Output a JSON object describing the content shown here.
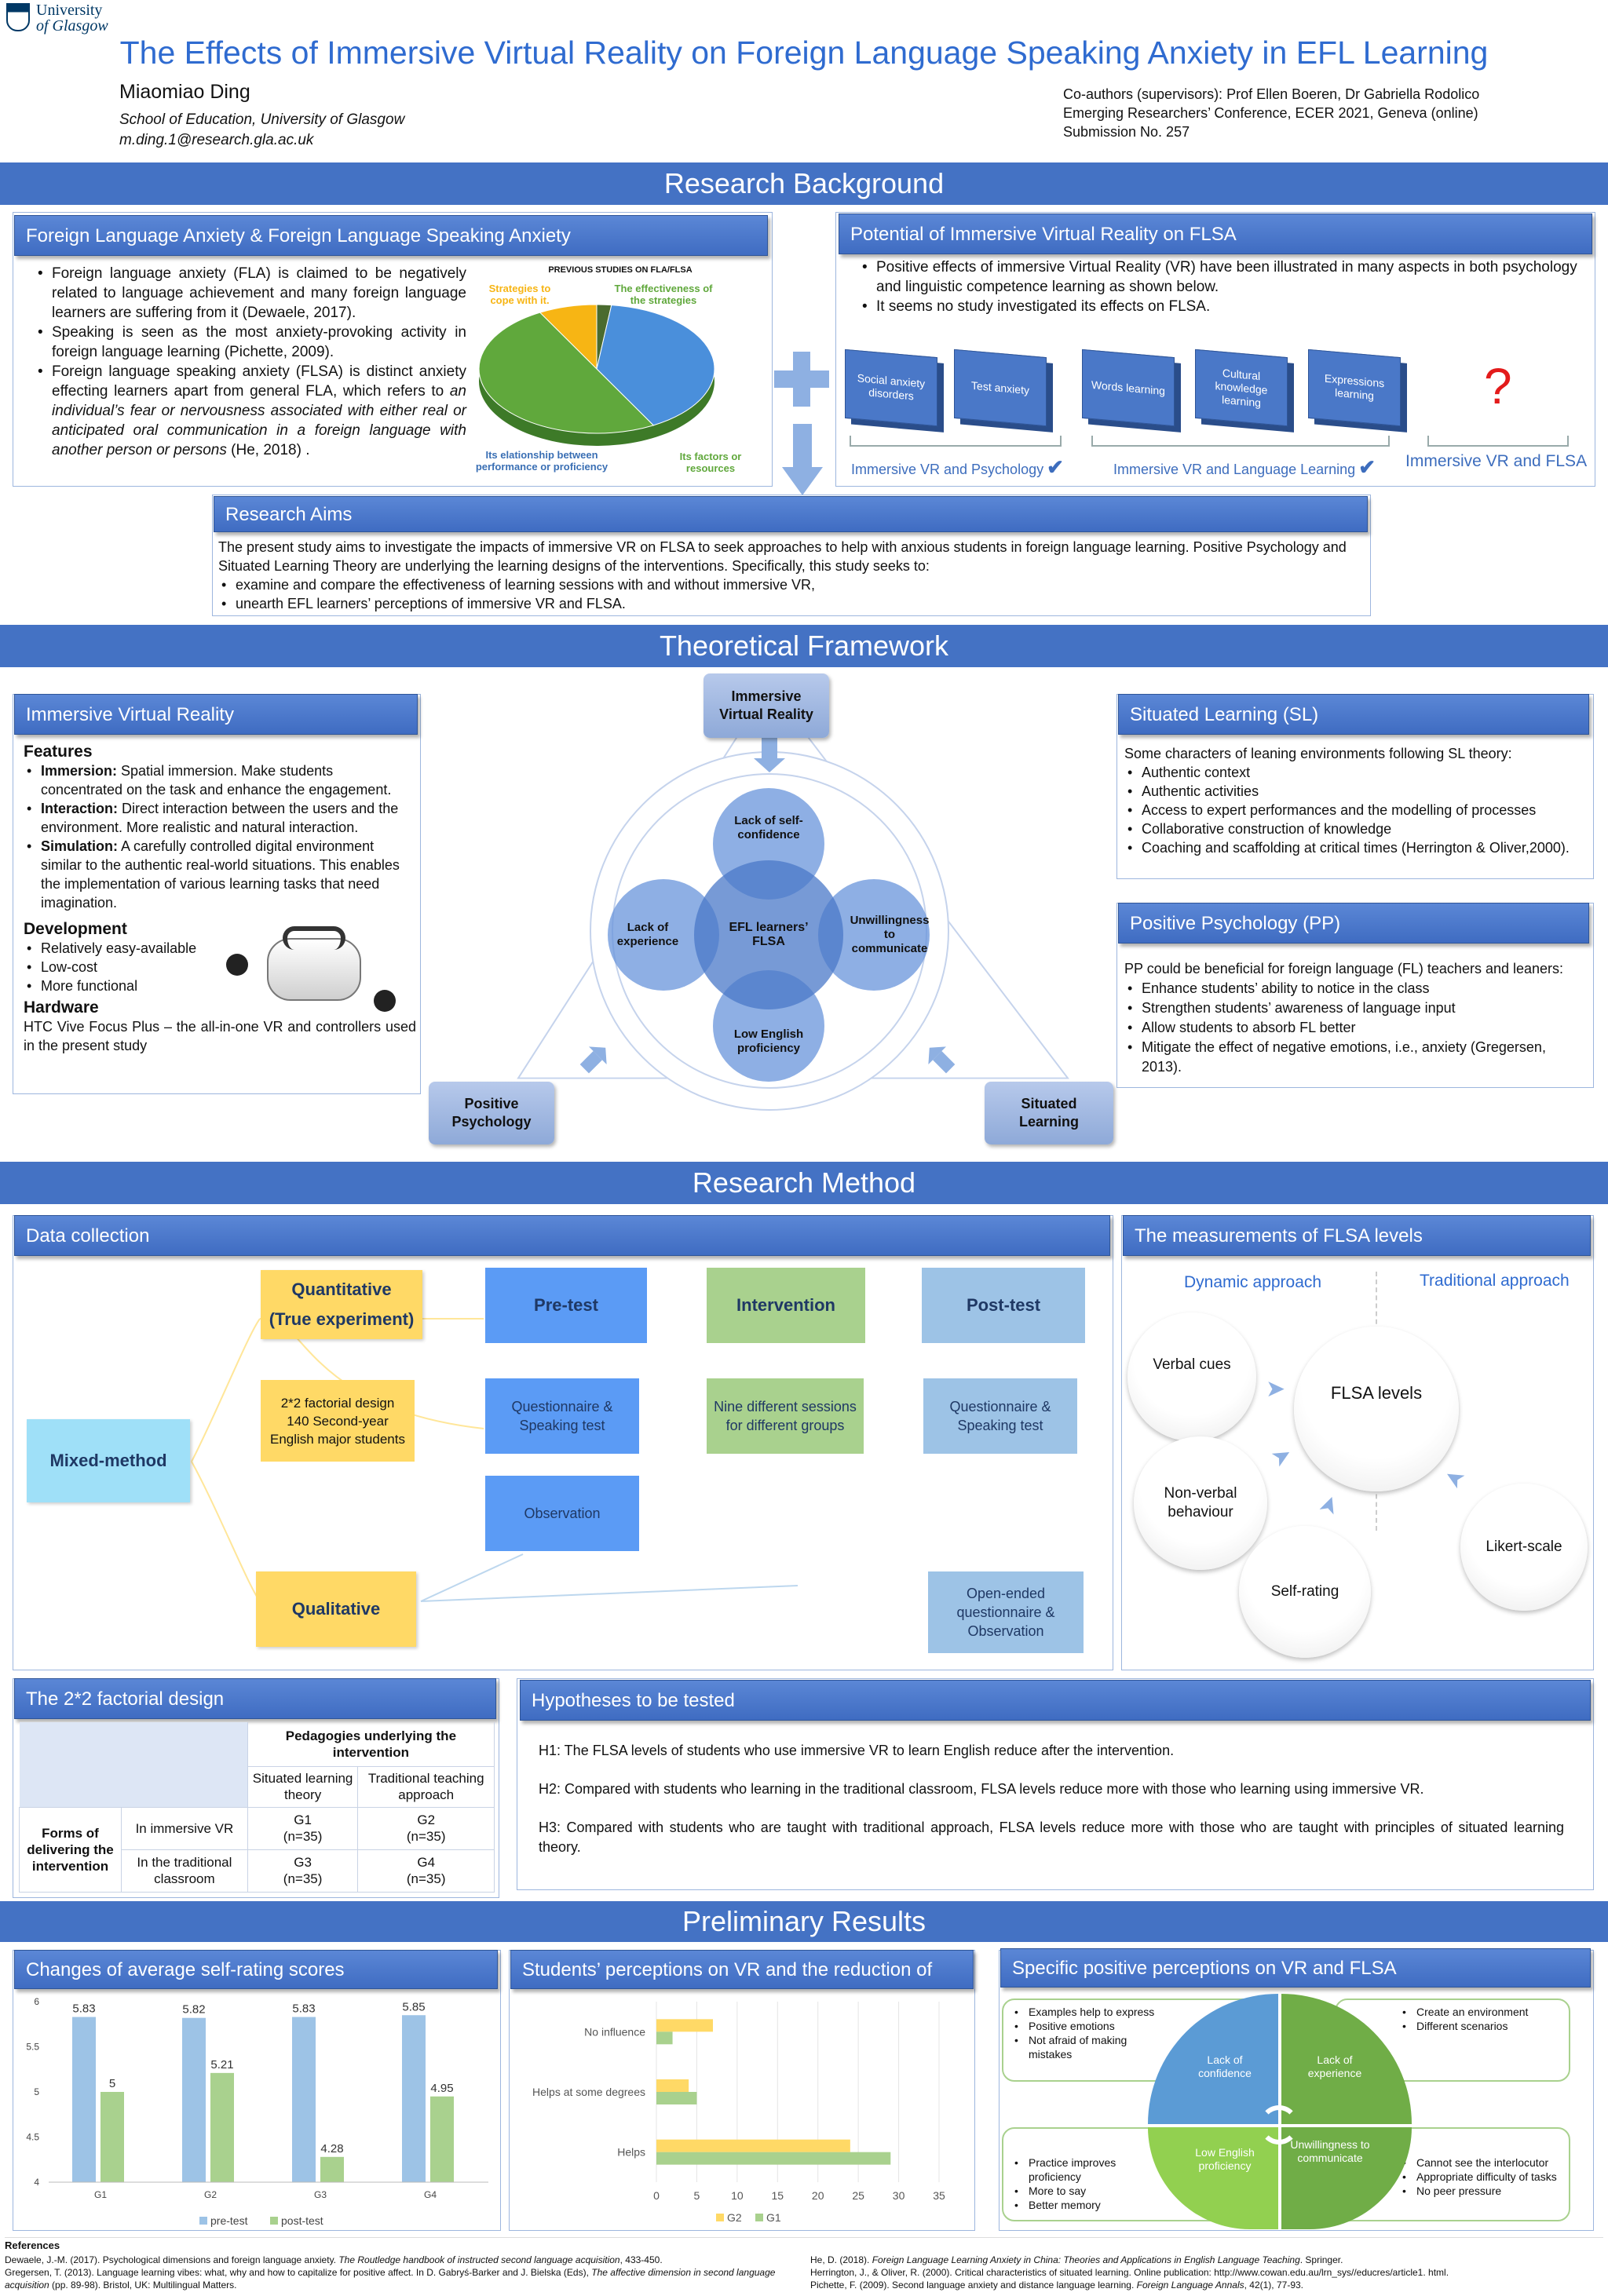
{
  "header": {
    "logo_line1": "University",
    "logo_line2": "of Glasgow",
    "title": "The Effects of Immersive Virtual Reality on Foreign Language Speaking Anxiety in EFL Learning",
    "author": "Miaomiao Ding",
    "affiliation": "School of Education, University of Glasgow",
    "email": "m.ding.1@research.gla.ac.uk",
    "coauthors": "Co-authors (supervisors): Prof Ellen Boeren, Dr Gabriella Rodolico",
    "conference": "Emerging Researchers’ Conference, ECER 2021, Geneva (online)",
    "submission": "Submission No. 257"
  },
  "sections": {
    "background": "Research Background",
    "framework": "Theoretical Framework",
    "method": "Research Method",
    "results": "Preliminary Results"
  },
  "fla": {
    "title": "Foreign Language Anxiety & Foreign Language Speaking Anxiety",
    "b1": "Foreign language anxiety (FLA) is claimed to be negatively related to language achievement and many foreign language learners are suffering from it (Dewaele, 2017).",
    "b2": "Speaking is seen as the most anxiety-provoking activity in foreign language learning (Pichette, 2009).",
    "b3_plain": "Foreign language speaking anxiety (FLSA) is distinct anxiety effecting learners apart from general FLA, which refers to ",
    "b3_italic": "an individual’s fear or nervousness associated with either real or anticipated oral communication in a foreign language with another person or persons",
    "b3_end": " (He, 2018) .",
    "pie_title": "PREVIOUS STUDIES ON FLA/FLSA",
    "pie_l1": "Strategies to cope with it.",
    "pie_l2": "The effectiveness of the strategies",
    "pie_l3": "Its elationship between performance or proficiency",
    "pie_l4": "Its factors or resources"
  },
  "ivr": {
    "title": "Potential of Immersive Virtual Reality on FLSA",
    "b1": "Positive effects of immersive Virtual Reality (VR) have been illustrated in many aspects in both psychology and linguistic competence learning as shown below.",
    "b2": "It seems no study investigated its effects on FLSA.",
    "c1": "Social anxiety disorders",
    "c2": "Test anxiety",
    "c3": "Words learning",
    "c4": "Cultural knowledge learning",
    "c5": "Expressions learning",
    "q": "?",
    "g1": "Immersive VR and Psychology",
    "g2": "Immersive VR and Language Learning",
    "g3": "Immersive VR and FLSA"
  },
  "aims": {
    "title": "Research Aims",
    "text": "The present study aims to investigate the impacts of immersive VR on FLSA to seek approaches to help with anxious students in foreign language learning. Positive Psychology and Situated Learning Theory are underlying the learning designs of the interventions. Specifically, this study seeks to:",
    "b1": "examine and compare the effectiveness of learning sessions with and without immersive VR,",
    "b2": "unearth EFL learners’ perceptions of immersive VR and FLSA."
  },
  "vr": {
    "title": "Immersive Virtual Reality",
    "features": "Features",
    "f1b": "Immersion:",
    "f1": " Spatial immersion. Make students concentrated on the task and enhance the engagement.",
    "f2b": "Interaction:",
    "f2": " Direct interaction between the users and the environment. More realistic and natural interaction.",
    "f3b": "Simulation:",
    "f3": " A carefully controlled digital environment similar to the authentic real-world situations. This enables the implementation of various learning tasks that need imagination.",
    "development": "Development",
    "d1": "Relatively easy-available",
    "d2": "Low-cost",
    "d3": "More functional",
    "hardware": "Hardware",
    "hw": "HTC Vive Focus Plus – the all-in-one VR and controllers used in the present study"
  },
  "tf": {
    "top": "Immersive Virtual Reality",
    "left": "Positive Psychology",
    "right": "Situated Learning",
    "center": "EFL learners’ FLSA",
    "c_top": "Lack of self-confidence",
    "c_left": "Lack of experience",
    "c_right": "Unwillingness to communicate",
    "c_bottom": "Low English proficiency"
  },
  "sl": {
    "title": "Situated Learning (SL)",
    "intro": "Some characters of leaning environments following SL theory:",
    "i1": "Authentic context",
    "i2": "Authentic activities",
    "i3": "Access to expert performances and the modelling of processes",
    "i4": "Collaborative construction of knowledge",
    "i5": "Coaching and scaffolding at critical times (Herrington & Oliver,2000)."
  },
  "pp": {
    "title": "Positive Psychology (PP)",
    "intro": "PP could be beneficial for foreign language (FL) teachers and leaners:",
    "i1": "Enhance students’ ability to notice in the class",
    "i2": "Strengthen students’ awareness of language input",
    "i3": "Allow students to absorb FL better",
    "i4": "Mitigate the effect of negative emotions, i.e., anxiety (Gregersen, 2013)."
  },
  "dc": {
    "title": "Data collection",
    "mixed": "Mixed-method",
    "quant1": "Quantitative",
    "quant2": "(True experiment)",
    "qual": "Qualitative",
    "pre": "Pre-test",
    "interv": "Intervention",
    "post": "Post-test",
    "design": "2*2 factorial design 140 Second-year English major students",
    "q1": "Questionnaire & Speaking test",
    "sessions": "Nine different sessions for different groups",
    "q2": "Questionnaire & Speaking test",
    "obs": "Observation",
    "open": "Open-ended questionnaire & Observation"
  },
  "meas": {
    "title": "The measurements of FLSA levels",
    "dyn": "Dynamic approach",
    "trad": "Traditional approach",
    "verbal": "Verbal cues",
    "nonverbal": "Non-verbal behaviour",
    "self": "Self-rating",
    "likert": "Likert-scale",
    "levels": "FLSA levels"
  },
  "fact": {
    "title": "The 2*2 factorial design",
    "ped": "Pedagogies underlying the intervention",
    "sl": "Situated learning theory",
    "trad": "Traditional teaching approach",
    "forms": "Forms of delivering the intervention",
    "vr": "In immersive VR",
    "class": "In the traditional classroom",
    "g1": "G1",
    "g2": "G2",
    "g3": "G3",
    "g4": "G4",
    "n": "(n=35)"
  },
  "hyp": {
    "title": "Hypotheses to be tested",
    "h1": "H1: The FLSA levels of students who use immersive VR to learn English reduce after the intervention.",
    "h2": "H2: Compared with students who learning in the traditional classroom, FLSA levels reduce more with those who learning using immersive VR.",
    "h3": "H3: Compared with students who are taught with traditional approach, FLSA levels reduce more with those who are taught with principles of situated learning theory."
  },
  "res1": {
    "title": "Changes of average self-rating scores"
  },
  "res2": {
    "title": "Students’ perceptions on VR and the reduction of FLSA"
  },
  "res3": {
    "title": "Specific positive perceptions on VR and FLSA",
    "q_tl": "Lack of confidence",
    "q_tr": "Lack of experience",
    "q_bl": "Low English proficiency",
    "q_br": "Unwillingness to communicate",
    "tl1": "Examples help to express",
    "tl2": "Positive emotions",
    "tl3": "Not afraid of making mistakes",
    "tr1": "Create an environment",
    "tr2": "Different scenarios",
    "bl1": "Practice improves proficiency",
    "bl2": "More to say",
    "bl3": "Better memory",
    "br1": "Cannot see the interlocutor",
    "br2": "Appropriate difficulty of tasks",
    "br3": "No peer pressure"
  },
  "refs": {
    "title": "References",
    "r1a": "Dewaele, J.-M. (2017). Psychological dimensions and foreign language anxiety. ",
    "r1b": "The Routledge handbook of instructed second language acquisition",
    "r1c": ", 433-450.",
    "r2a": "Gregersen, T. (2013). Language learning vibes: what, why and how to capitalize for positive affect. In D. Gabryś-Barker and J. Bielska (Eds), ",
    "r2b": "The affective dimension in second language acquisition",
    "r2c": " (pp. 89-98). Bristol, UK: Multilingual Matters.",
    "r3a": "He, D. (2018). ",
    "r3b": "Foreign Language Learning Anxiety in China: Theories and Applications in English Language Teaching",
    "r3c": ". Springer.",
    "r4": "Herrington, J., & Oliver, R. (2000). Critical characteristics of situated learning. Online publication: http://www.cowan.edu.au/lrn_sys//educres/article1. html.",
    "r5a": "Pichette, F. (2009). Second language anxiety and distance language learning. ",
    "r5b": "Foreign Language Annals",
    "r5c": ", 42(1), 77-93."
  },
  "chart_data": [
    {
      "type": "pie",
      "title": "PREVIOUS STUDIES ON FLA/FLSA",
      "labels": [
        "Strategies to cope with it.",
        "The effectiveness of the strategies",
        "Its elationship between performance or proficiency",
        "Its factors or resources"
      ],
      "values": [
        8,
        2,
        40,
        50
      ],
      "colors": [
        "#f7b514",
        "#4a6b2f",
        "#4a8fdb",
        "#60a83c"
      ]
    },
    {
      "type": "bar",
      "categories": [
        "G1",
        "G2",
        "G3",
        "G4"
      ],
      "series": [
        {
          "name": "pre-test",
          "values": [
            5.83,
            5.82,
            5.83,
            5.85
          ],
          "color": "#9dc3e6"
        },
        {
          "name": "post-test",
          "values": [
            5,
            5.21,
            4.28,
            4.95
          ],
          "color": "#a9d18e"
        }
      ],
      "ylim": [
        4,
        6
      ],
      "yticks": [
        4,
        4.5,
        5,
        5.5,
        6
      ],
      "legend": "bottom"
    },
    {
      "type": "bar",
      "orientation": "horizontal",
      "categories": [
        "No influence",
        "Helps at some degrees",
        "Helps"
      ],
      "series": [
        {
          "name": "G2",
          "values": [
            7,
            4,
            24
          ],
          "color": "#ffd966"
        },
        {
          "name": "G1",
          "values": [
            2,
            5,
            29
          ],
          "color": "#a9d18e"
        }
      ],
      "xlim": [
        0,
        35
      ],
      "xticks": [
        0,
        5,
        10,
        15,
        20,
        25,
        30,
        35
      ],
      "legend": "bottom"
    }
  ]
}
